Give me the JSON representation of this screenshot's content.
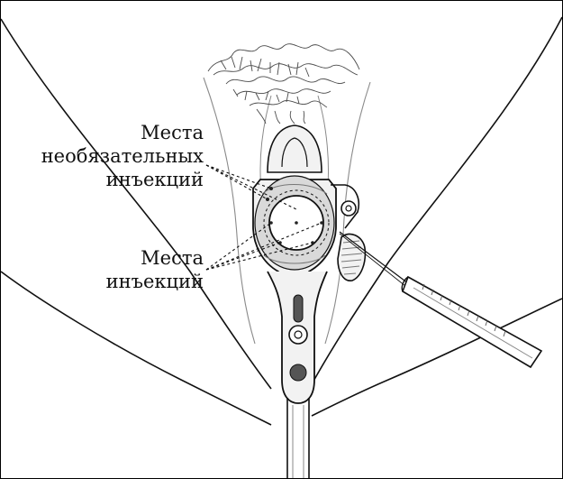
{
  "labels": {
    "optional_sites": {
      "line1": "Места",
      "line2": "необязательных",
      "line3": "инъекций"
    },
    "injection_sites": {
      "line1": "Места",
      "line2": "инъекций"
    }
  },
  "colors": {
    "outline": "#111111",
    "thin_outline": "#8a8a8a",
    "hair": "#4a4a4a",
    "tissue": "#d9d9d9",
    "speculum": "#f2f2f2",
    "knob": "#555555",
    "dot": "#222222"
  },
  "icons": {
    "syringe": "needle-syringe-icon",
    "speculum": "speculum-icon"
  }
}
